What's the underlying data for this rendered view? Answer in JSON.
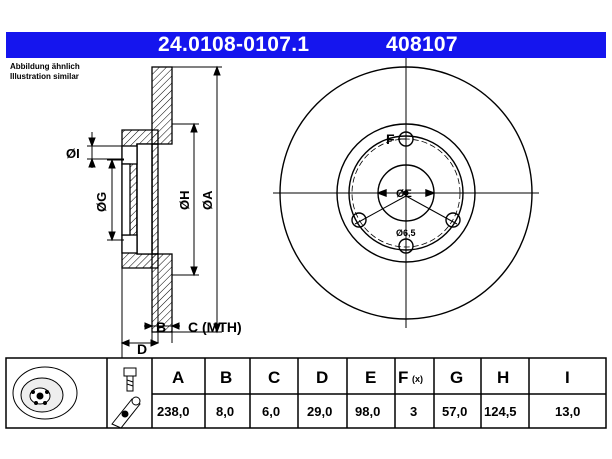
{
  "header": {
    "part_number": "24.0108-0107.1",
    "reference": "408107",
    "background": "#1515ee",
    "text_color": "#ffffff"
  },
  "notes": {
    "line1": "Abbildung ähnlich",
    "line2": "Illustration similar"
  },
  "dimension_labels": {
    "i": "ØI",
    "g": "ØG",
    "h": "ØH",
    "a": "ØA",
    "b": "B",
    "c": "C (MTH)",
    "d": "D",
    "f": "F",
    "e": "ØE",
    "hole": "Ø6,5"
  },
  "table": {
    "headers": [
      "A",
      "B",
      "C",
      "D",
      "E",
      "F",
      "G",
      "H",
      "I"
    ],
    "f_suffix": "(x)",
    "values": [
      "238,0",
      "8,0",
      "6,0",
      "29,0",
      "98,0",
      "3",
      "57,0",
      "124,5",
      "13,0"
    ]
  },
  "icons": [
    "brake-disc-icon",
    "wheel-bolt-icon",
    "torque-wrench-icon"
  ]
}
